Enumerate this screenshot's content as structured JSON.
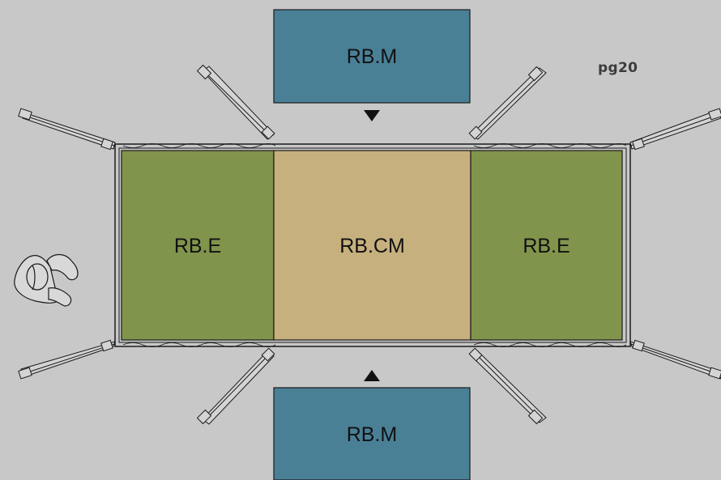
{
  "page_label": "pg20",
  "zones": {
    "top_module": "RB.M",
    "bottom_module": "RB.M",
    "left_end": "RB.E",
    "center": "RB.CM",
    "right_end": "RB.E"
  },
  "colors": {
    "background": "#c8c8c8",
    "module_blue": "#4a8096",
    "end_green": "#81944c",
    "center_tan": "#c6b07e",
    "outline": "#1a1a1a"
  },
  "arrows": {
    "top": "down",
    "bottom": "up"
  }
}
